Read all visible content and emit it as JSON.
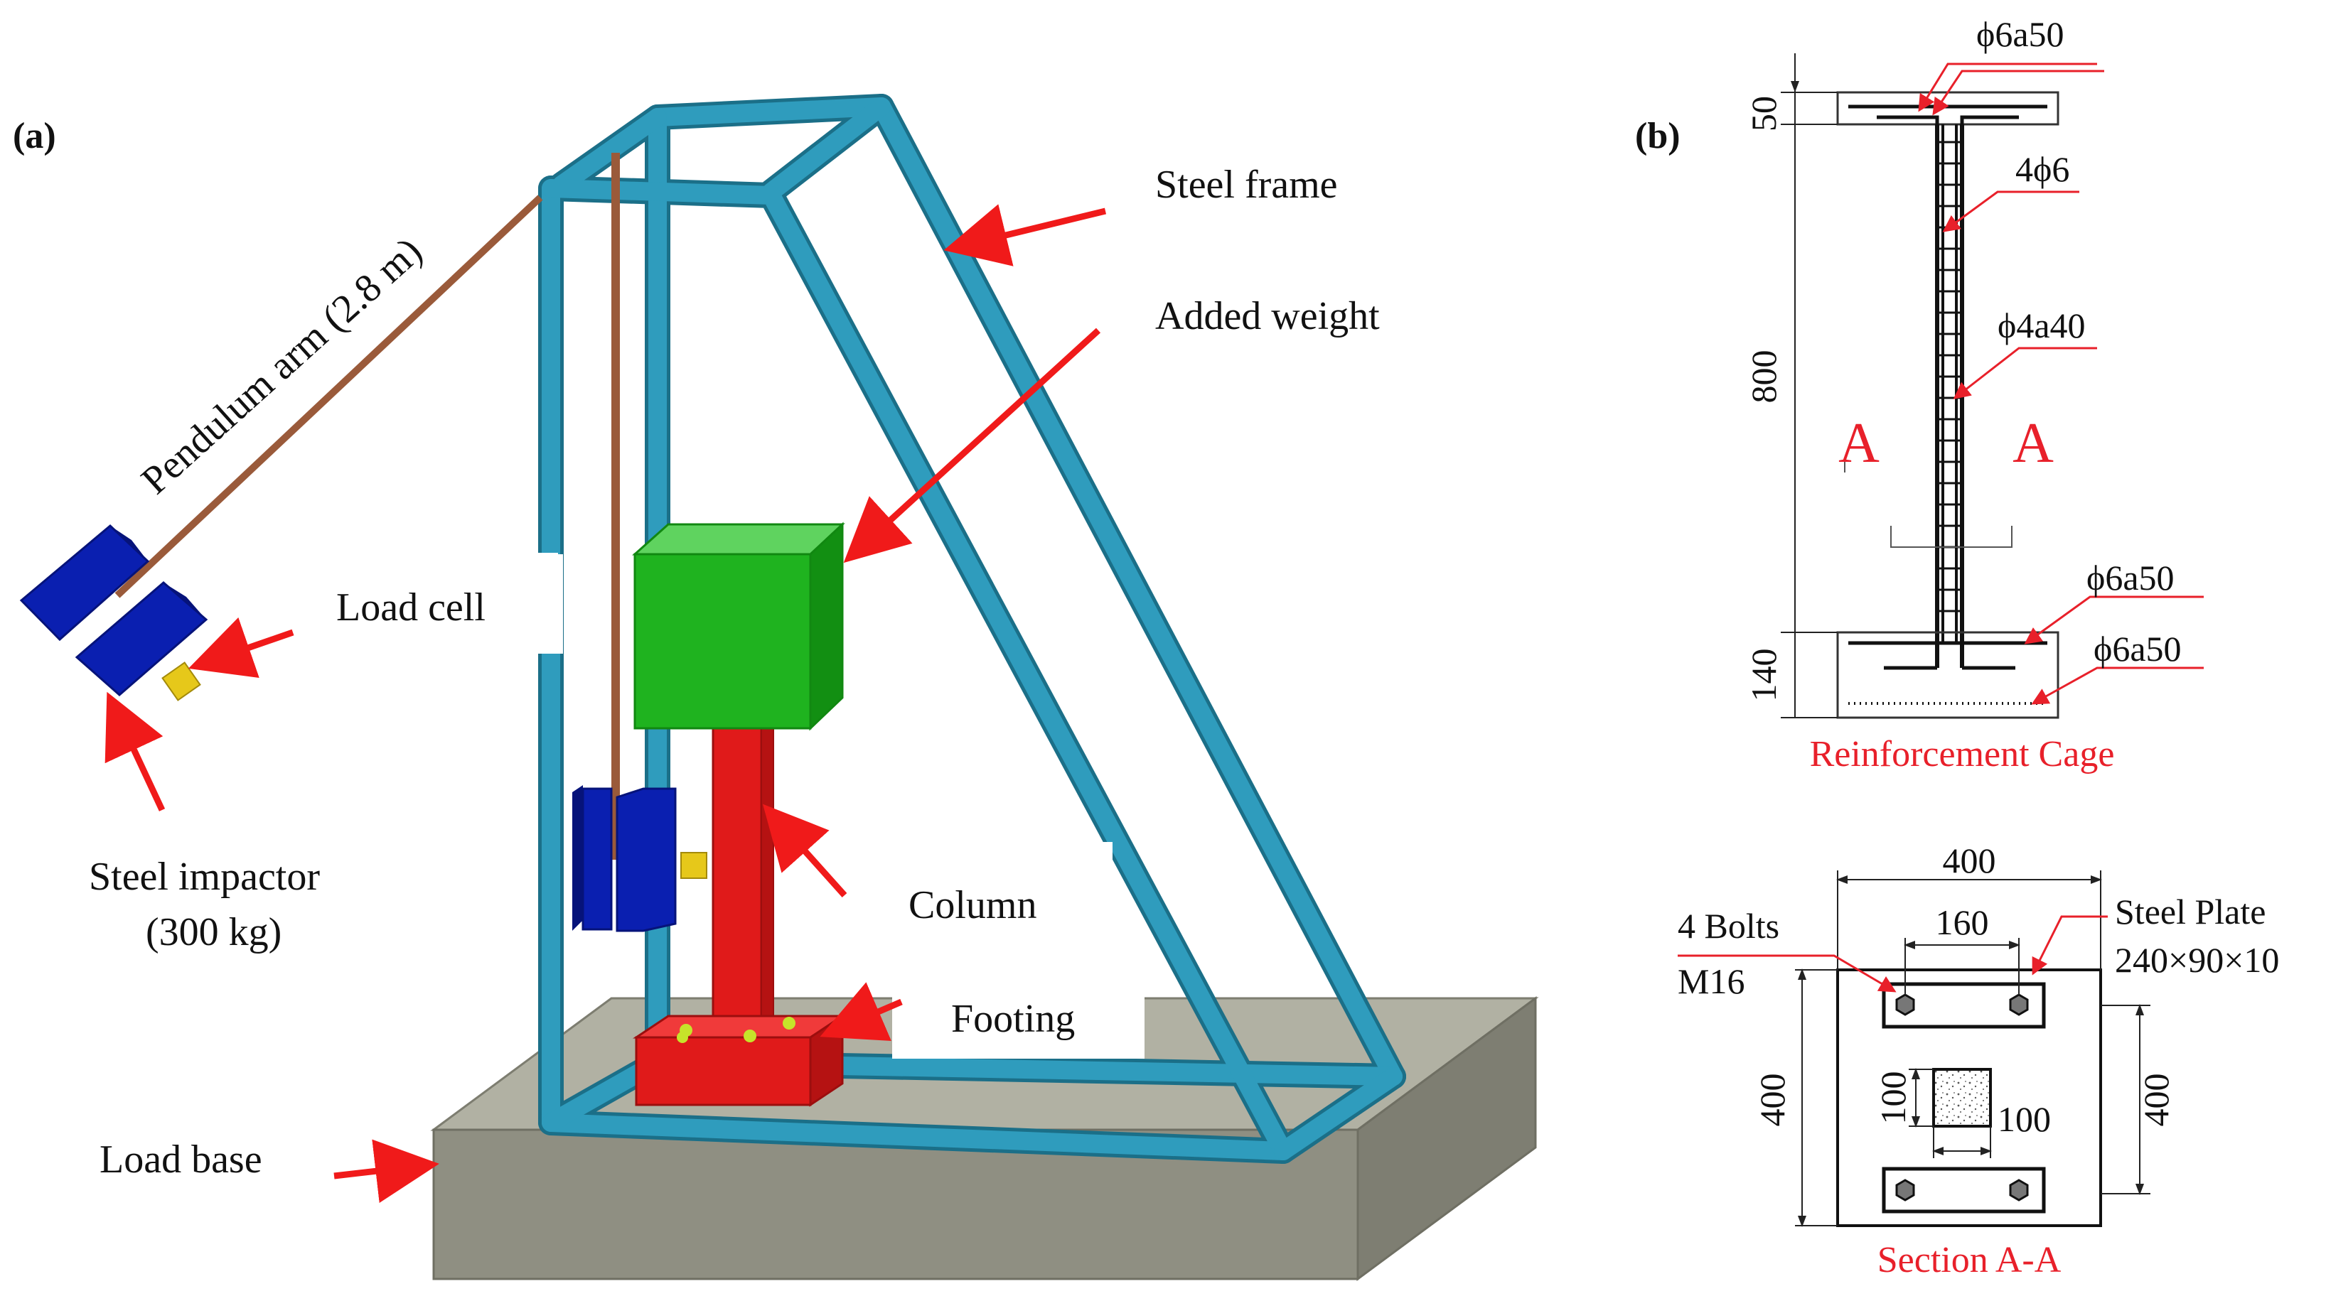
{
  "panel_a": {
    "tag": "(a)",
    "labels": {
      "steel_frame": "Steel frame",
      "added_weight": "Added weight",
      "pendulum_arm": "Pendulum arm (2.8 m)",
      "load_cell": "Load cell",
      "steel_impactor_1": "Steel impactor",
      "steel_impactor_2": "(300 kg)",
      "column": "Column",
      "footing": "Footing",
      "load_base": "Load base"
    }
  },
  "panel_b": {
    "tag": "(b)",
    "elevation": {
      "dims": {
        "top": "50",
        "middle": "800",
        "bottom": "140"
      },
      "rebar": {
        "top_flange": "ϕ6a50",
        "longitudinal": "4ϕ6",
        "stirrups": "ϕ4a40",
        "footing_top": "ϕ6a50",
        "footing_bottom": "ϕ6a50"
      },
      "section_mark_left": "A",
      "section_mark_right": "A",
      "caption": "Reinforcement Cage"
    },
    "section": {
      "dims": {
        "width": "400",
        "bolt_spacing": "160",
        "height_left": "400",
        "height_right": "400",
        "col_h": "100",
        "col_w": "100"
      },
      "bolts_1": "4 Bolts",
      "bolts_2": "M16",
      "plate_1": "Steel Plate",
      "plate_2": "240×90×10",
      "caption": "Section A-A"
    }
  },
  "colors": {
    "frame": "#2f9cbd",
    "frame_edge": "#1b6f88",
    "weight": "#1fb31f",
    "column": "#e01a1a",
    "impactor": "#0a1fb0",
    "arm": "#9a5a3a",
    "base": "#9a9a8c",
    "arrow": "#f01a1a",
    "caption_red": "#e8202a"
  }
}
